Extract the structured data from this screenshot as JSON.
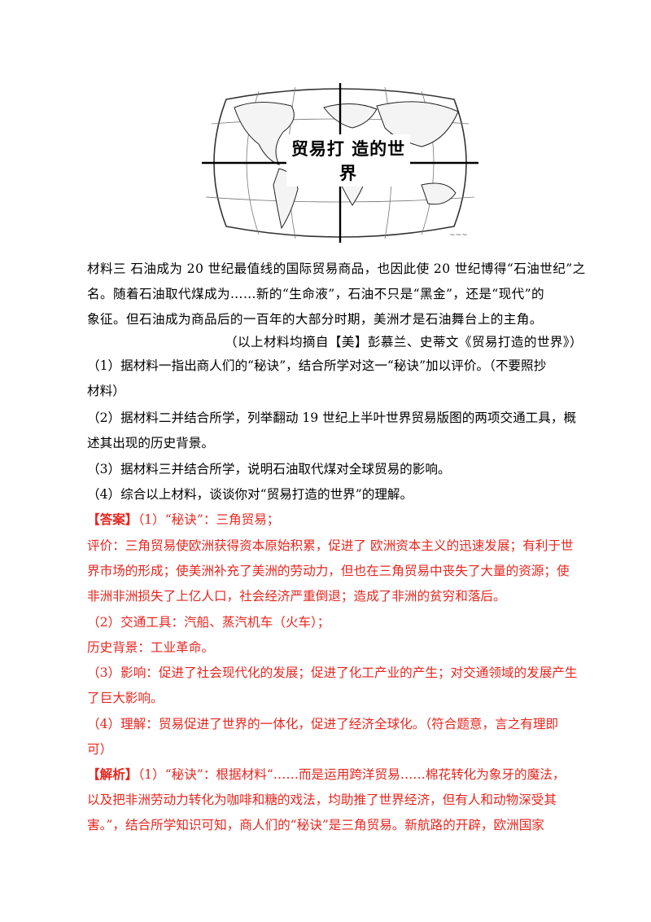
{
  "map": {
    "title": "贸易打 造的世界",
    "watermark": "~~~"
  },
  "material3": {
    "lines": [
      "材料三  石油成为 20 世纪最值线的国际贸易商品，也因此使 20 世纪博得“石油世纪”之",
      "名。随着石油取代煤成为……新的“生命液”，石油不只是“黑金”，还是“现代”的",
      "象征。但石油成为商品后的一百年的大部分时期，美洲才是石油舞台上的主角。"
    ],
    "source": "（以上材料均摘自【美】彭慕兰、史蒂文《贸易打造的世界》）"
  },
  "questions": [
    "（1）据材料一指出商人们的“秘诀”，结合所学对这一“秘诀”加以评价。（不要照抄",
    "材料）",
    "（2）据材料二并结合所学，列举翻动 19 世纪上半叶世界贸易版图的两项交通工具，概",
    "述其出现的历史背景。",
    "（3）据材料三并结合所学，说明石油取代煤对全球贸易的影响。",
    "（4）综合以上材料，谈谈你对“贸易打造的世界”的理解。"
  ],
  "answer": {
    "tag": "【答案】",
    "lines": [
      "（1）“秘诀”：三角贸易；",
      "评价：三角贸易使欧洲获得资本原始积累，促进了 欧洲资本主义的迅速发展；有利于世",
      "界市场的形成；使美洲补充了美洲的劳动力，但也在三角贸易中丧失了大量的资源；使",
      "非洲非洲损失了上亿人口，社会经济严重倒退；造成了非洲的贫穷和落后。",
      "（2）交通工具：汽船、蒸汽机车（火车）；",
      "历史背景：工业革命。",
      "（3）影响：促进了社会现代化的发展；促进了化工产业的产生；对交通领域的发展产生",
      "了巨大影响。",
      "（4）理解：贸易促进了世界的一体化，促进了经济全球化。（符合题意，言之有理即",
      "可）"
    ]
  },
  "analysis": {
    "tag": "【解析】",
    "lines": [
      "（1）“秘诀”：根据材料“……而是运用跨洋贸易……棉花转化为象牙的魔法，",
      "以及把非洲劳动力转化为咖啡和糖的戏法，均助推了世界经济，但有人和动物深受其",
      "害。”，结合所学知识可知，商人们的“秘诀”是三角贸易。新航路的开辟，欧洲国家"
    ]
  }
}
